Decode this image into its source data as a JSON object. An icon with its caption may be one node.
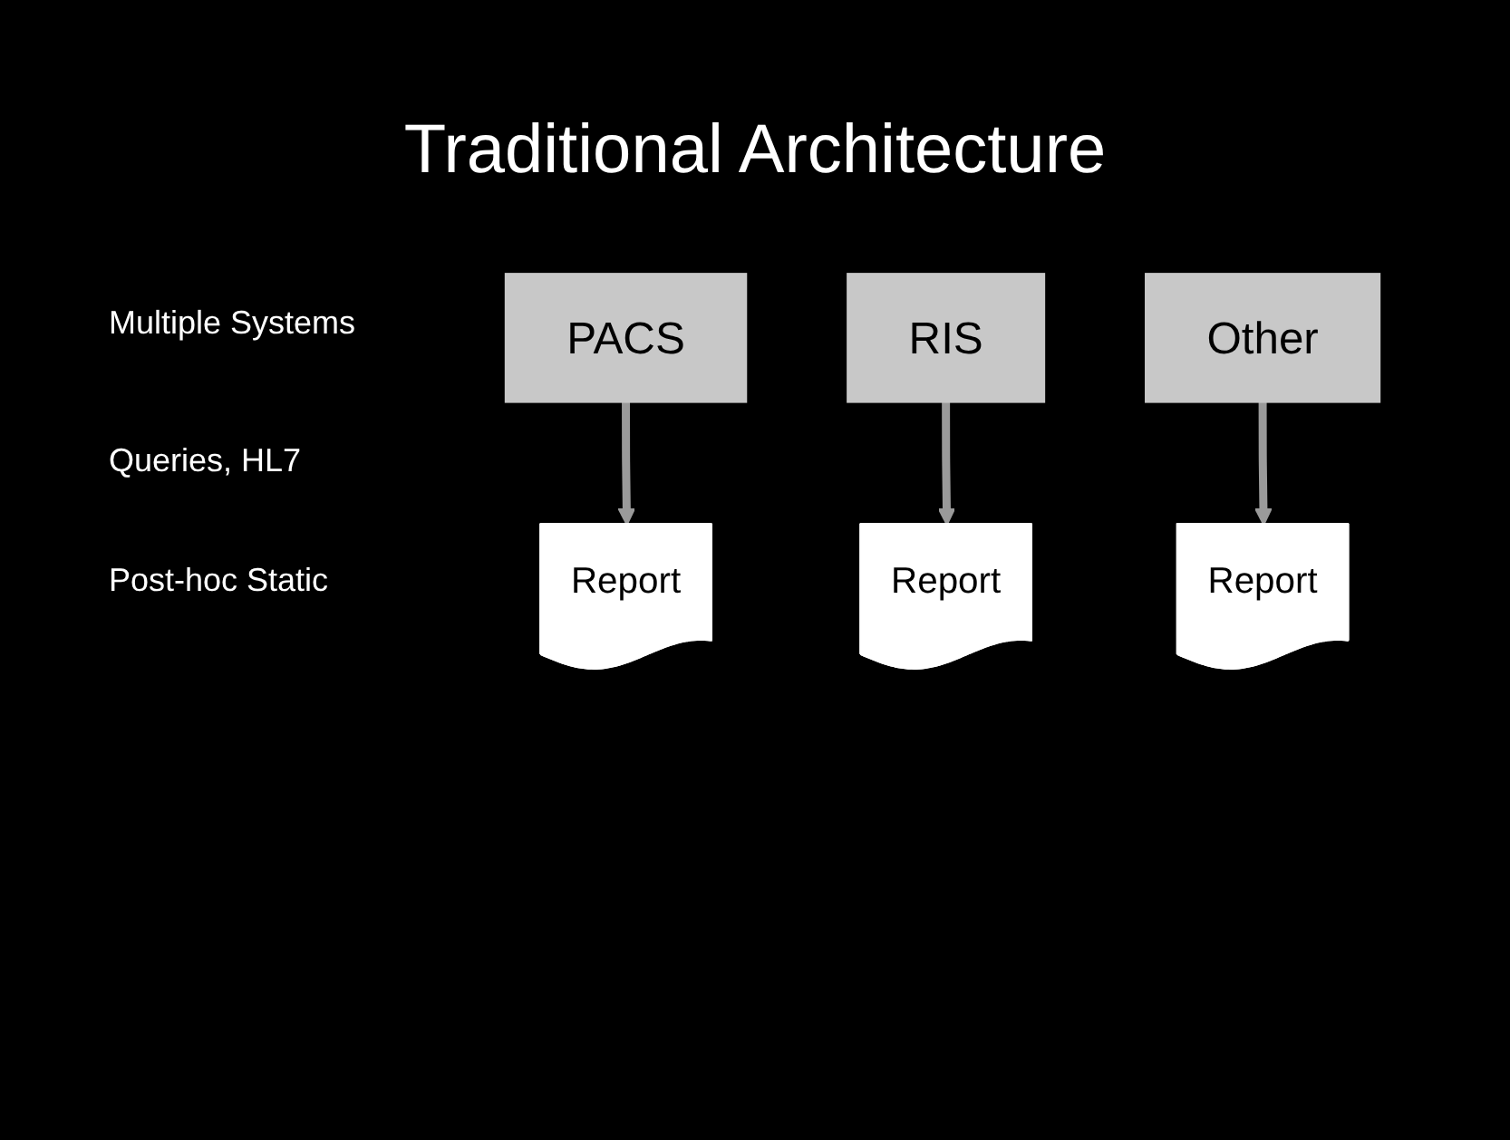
{
  "diagram": {
    "title": "Traditional Architecture",
    "nodes": [
      {
        "text": [
          "PACS"
        ]
      },
      {
        "text": [
          "RIS"
        ]
      },
      {
        "text": [
          "Other"
        ]
      },
      {
        "text": [
          "Report"
        ]
      },
      {
        "text": [
          "Report"
        ]
      },
      {
        "text": [
          "Report"
        ]
      }
    ],
    "edges": [
      {
        "from": 0,
        "to": 3,
        "arrow": "to"
      },
      {
        "from": 1,
        "to": 4,
        "arrow": "to"
      },
      {
        "from": 2,
        "to": 5,
        "arrow": "to"
      }
    ],
    "labels": [
      "Multiple Systems",
      "Queries, HL7",
      "Post-hoc Static"
    ]
  }
}
